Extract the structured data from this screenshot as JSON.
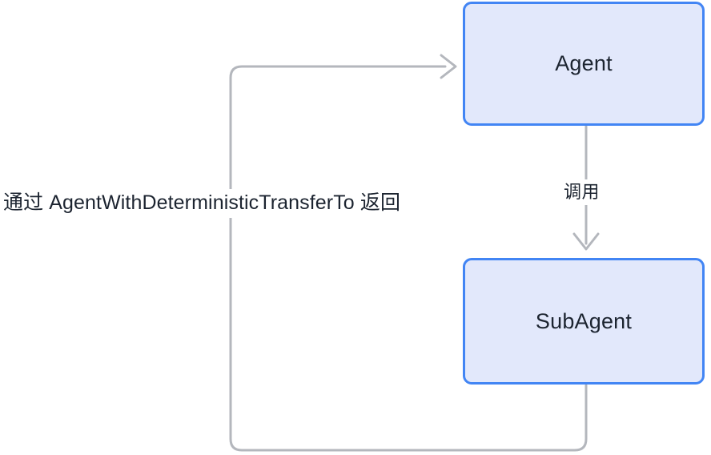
{
  "diagram": {
    "title": "Agent / SubAgent deterministic transfer flow",
    "background_color": "#ffffff",
    "nodes": [
      {
        "id": "agent",
        "label": "Agent",
        "fill_color": "#e2e8fb",
        "border_color": "#4285f4",
        "text_color": "#1c2430"
      },
      {
        "id": "subagent",
        "label": "SubAgent",
        "fill_color": "#e2e8fb",
        "border_color": "#4285f4",
        "text_color": "#1c2430"
      }
    ],
    "edges": [
      {
        "id": "call",
        "from": "agent",
        "to": "subagent",
        "label": "调用",
        "line_color": "#b4b7bd",
        "arrowhead": "chevron-down-icon"
      },
      {
        "id": "return",
        "from": "subagent",
        "to": "agent",
        "label": "通过 AgentWithDeterministicTransferTo 返回",
        "line_color": "#b4b7bd",
        "arrowhead": "chevron-right-icon"
      }
    ]
  }
}
